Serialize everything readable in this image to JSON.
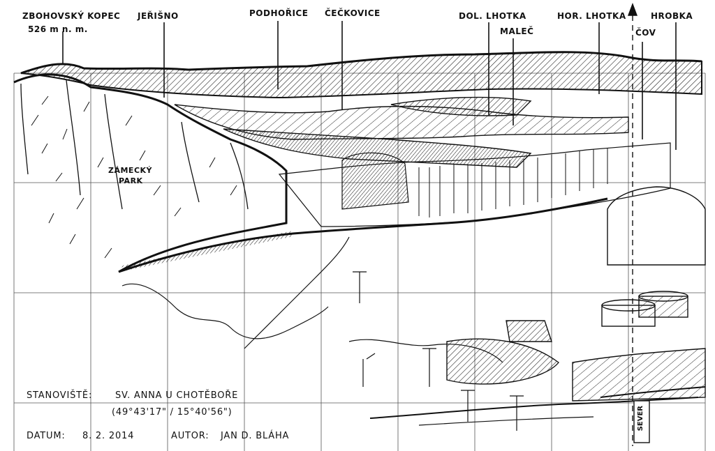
{
  "labels": {
    "zbohovsky": "ZBOHOVSKÝ KOPEC",
    "zbohovsky_alt": "526 m n. m.",
    "jerisno": "JEŘIŠNO",
    "podhorice": "PODHOŘICE",
    "ceckovice": "ČEČKOVICE",
    "dol_lhotka": "DOL. LHOTKA",
    "malec": "MALEČ",
    "hor_lhotka": "HOR. LHOTKA",
    "cov": "ČOV",
    "hrobka": "HROBKA",
    "zamecky_park_1": "ZÁMECKÝ",
    "zamecky_park_2": "PARK",
    "sever": "SEVER"
  },
  "info": {
    "stanoviste_label": "STANOVIŠTĚ:",
    "stanoviste_value": "SV. ANNA U CHOTĚBOŘE",
    "coords": "(49°43'17\" / 15°40'56\")",
    "datum_label": "DATUM:",
    "datum_value": "8. 2. 2014",
    "autor_label": "AUTOR:",
    "autor_value": "JAN D. BLÁHA"
  },
  "colors": {
    "ink": "#111111",
    "grid": "#555555",
    "paper": "#ffffff"
  }
}
